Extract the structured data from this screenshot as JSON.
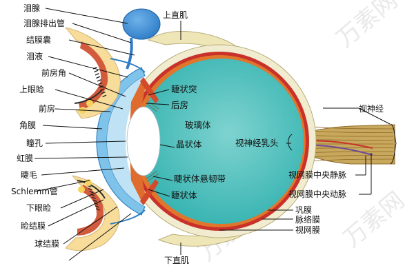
{
  "labels": {
    "lacrimal_gland": "泪腺",
    "lacrimal_duct": "泪腺排出管",
    "conjunctival_sac": "结膜囊",
    "tears": "泪液",
    "anterior_chamber_angle": "前房角",
    "upper_eyelid": "上眼睑",
    "anterior_chamber": "前房",
    "cornea": "角膜",
    "pupil": "瞳孔",
    "iris": "虹膜",
    "eyelash": "睫毛",
    "schlemm_canal": "Schlemm管",
    "lower_eyelid": "下眼睑",
    "palpebral_conjunctiva": "睑结膜",
    "bulbar_conjunctiva": "球结膜",
    "superior_rectus": "上直肌",
    "ciliary_process": "睫状突",
    "posterior_chamber": "后房",
    "vitreous_body": "玻璃体",
    "lens": "晶状体",
    "zonule": "睫状体悬韧带",
    "ciliary_body": "睫状体",
    "optic_disc": "视神经乳头",
    "central_retinal_vein": "视网膜中央静脉",
    "central_retinal_artery": "视网膜中央动脉",
    "sclera": "巩膜",
    "choroid": "脉络膜",
    "retina": "视网膜",
    "inferior_rectus": "下直肌",
    "optic_nerve": "视神经"
  },
  "watermark": "万素网",
  "colors": {
    "vitreous": "#35b3b1",
    "vitreous_light": "#7fd3cf",
    "sclera": "#f1ecd0",
    "sclera_edge": "#b8ad79",
    "choroid": "#c8322a",
    "retina": "#e0762c",
    "cornea": "#7fc3ea",
    "cornea_edge": "#2f7fc0",
    "lacrimal_gland": "#2e7cc7",
    "eyelid_skin": "#f7dc9a",
    "eyelid_muscle": "#d35b3d",
    "optic_nerve": "#c8a85c",
    "optic_nerve_stripe": "#8e6a2a",
    "lens": "#ffffff",
    "iris": "#e06b2e"
  }
}
